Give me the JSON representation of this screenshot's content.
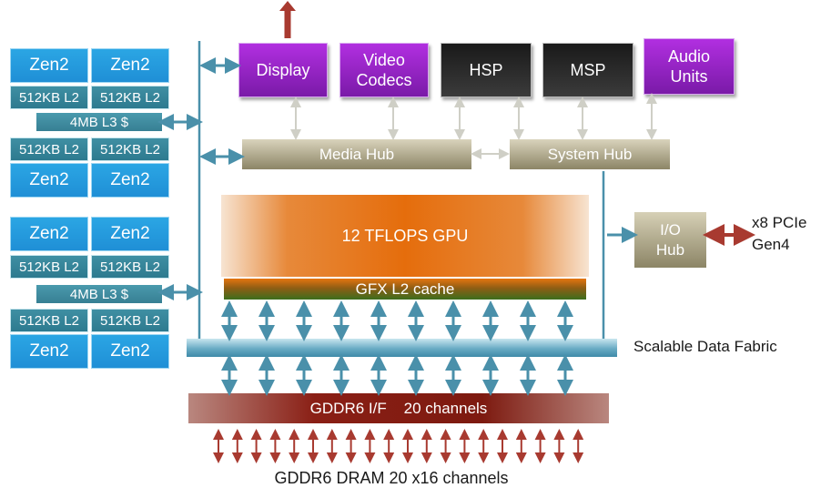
{
  "cpu_clusters": [
    {
      "top_cores": [
        "Zen2",
        "Zen2"
      ],
      "top_l2": [
        "512KB L2",
        "512KB L2"
      ],
      "l3": "4MB L3 $",
      "bottom_l2": [
        "512KB L2",
        "512KB L2"
      ],
      "bottom_cores": [
        "Zen2",
        "Zen2"
      ]
    },
    {
      "top_cores": [
        "Zen2",
        "Zen2"
      ],
      "top_l2": [
        "512KB L2",
        "512KB L2"
      ],
      "l3": "4MB L3 $",
      "bottom_l2": [
        "512KB L2",
        "512KB L2"
      ],
      "bottom_cores": [
        "Zen2",
        "Zen2"
      ]
    }
  ],
  "top_blocks": {
    "display": "Display",
    "video_codecs_line1": "Video",
    "video_codecs_line2": "Codecs",
    "hsp": "HSP",
    "msp": "MSP",
    "audio_units_line1": "Audio",
    "audio_units_line2": "Units"
  },
  "hubs": {
    "media_hub": "Media Hub",
    "system_hub": "System Hub",
    "io_hub_line1": "I/O",
    "io_hub_line2": "Hub"
  },
  "gpu": {
    "label": "12 TFLOPS GPU",
    "l2_cache": "GFX L2 cache"
  },
  "pcie": {
    "line1": "x8 PCIe",
    "line2": "Gen4"
  },
  "fabric_label": "Scalable Data Fabric",
  "memory": {
    "interface": "GDDR6 I/F    20 channels",
    "dram": "GDDR6 DRAM 20 x16 channels"
  },
  "colors": {
    "zen_core": "#1f8fd6",
    "l2_cache": "#2d7a8f",
    "purple_block": "#9a22cf",
    "black_block": "#262626",
    "hub": "#a8a184",
    "gpu": "#e56d0c",
    "fabric": "#5fa3bd",
    "memory": "#8a1f15",
    "bus_arrow": "#4a90aa",
    "red_arrow": "#a83a30"
  }
}
